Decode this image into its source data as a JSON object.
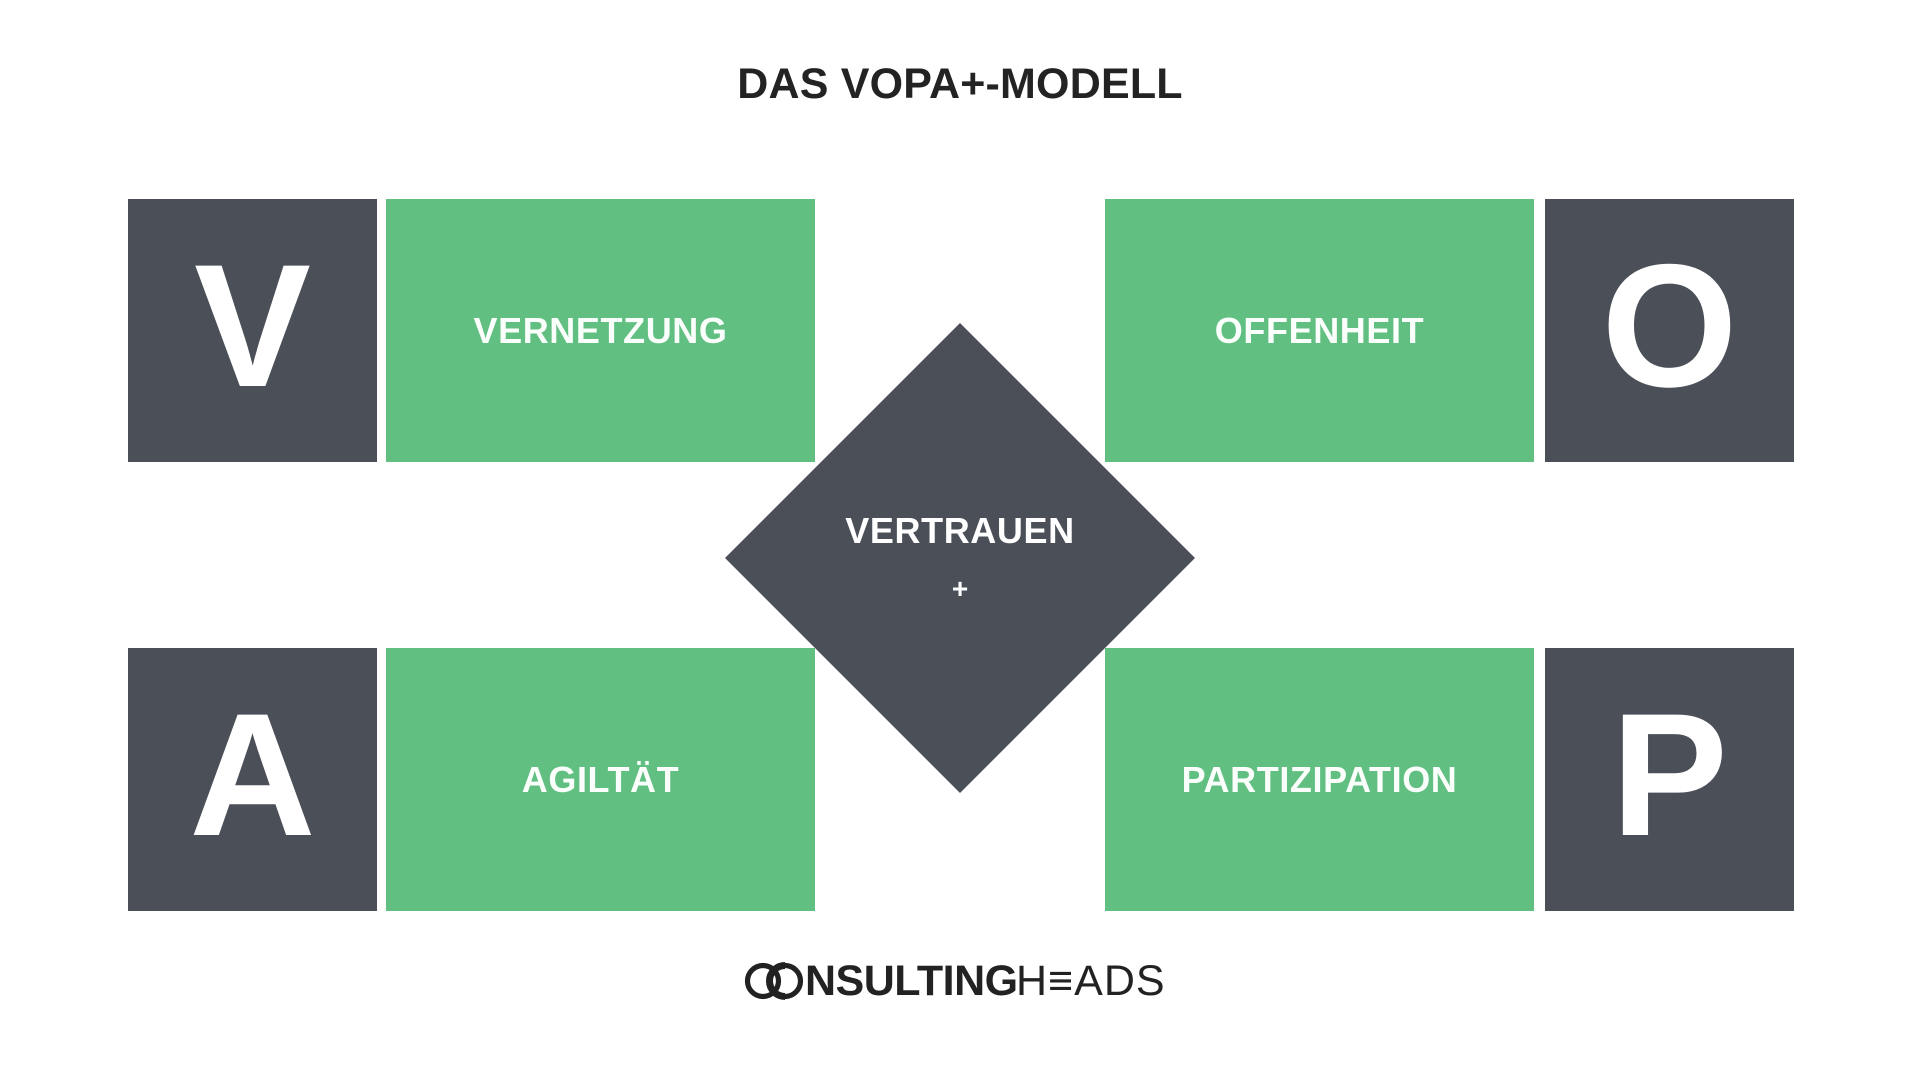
{
  "page": {
    "title": "DAS VOPA+-MODELL",
    "background_color": "#FFFFFF"
  },
  "colors": {
    "dark": "#4A4F58",
    "green": "#62BF82",
    "text_light": "#FBFFFC",
    "title_dark": "#232323",
    "logo_dark": "#222222"
  },
  "model": {
    "letters": {
      "v": "V",
      "o": "O",
      "a": "A",
      "p": "P"
    },
    "pillars": [
      {
        "letter": "V",
        "label": "VERNETZUNG",
        "row": "top",
        "side": "left"
      },
      {
        "letter": "O",
        "label": "OFFENHEIT",
        "row": "top",
        "side": "right"
      },
      {
        "letter": "A",
        "label": "AGILTÄT",
        "row": "bottom",
        "side": "left"
      },
      {
        "letter": "P",
        "label": "PARTIZIPATION",
        "row": "bottom",
        "side": "right"
      }
    ],
    "center": {
      "label": "VERTRAUEN",
      "plus": "+"
    }
  },
  "logo": {
    "bold_part": "CONSULTING",
    "light_part": "HEADS",
    "full_text": "CONSULTINGHEADS"
  }
}
